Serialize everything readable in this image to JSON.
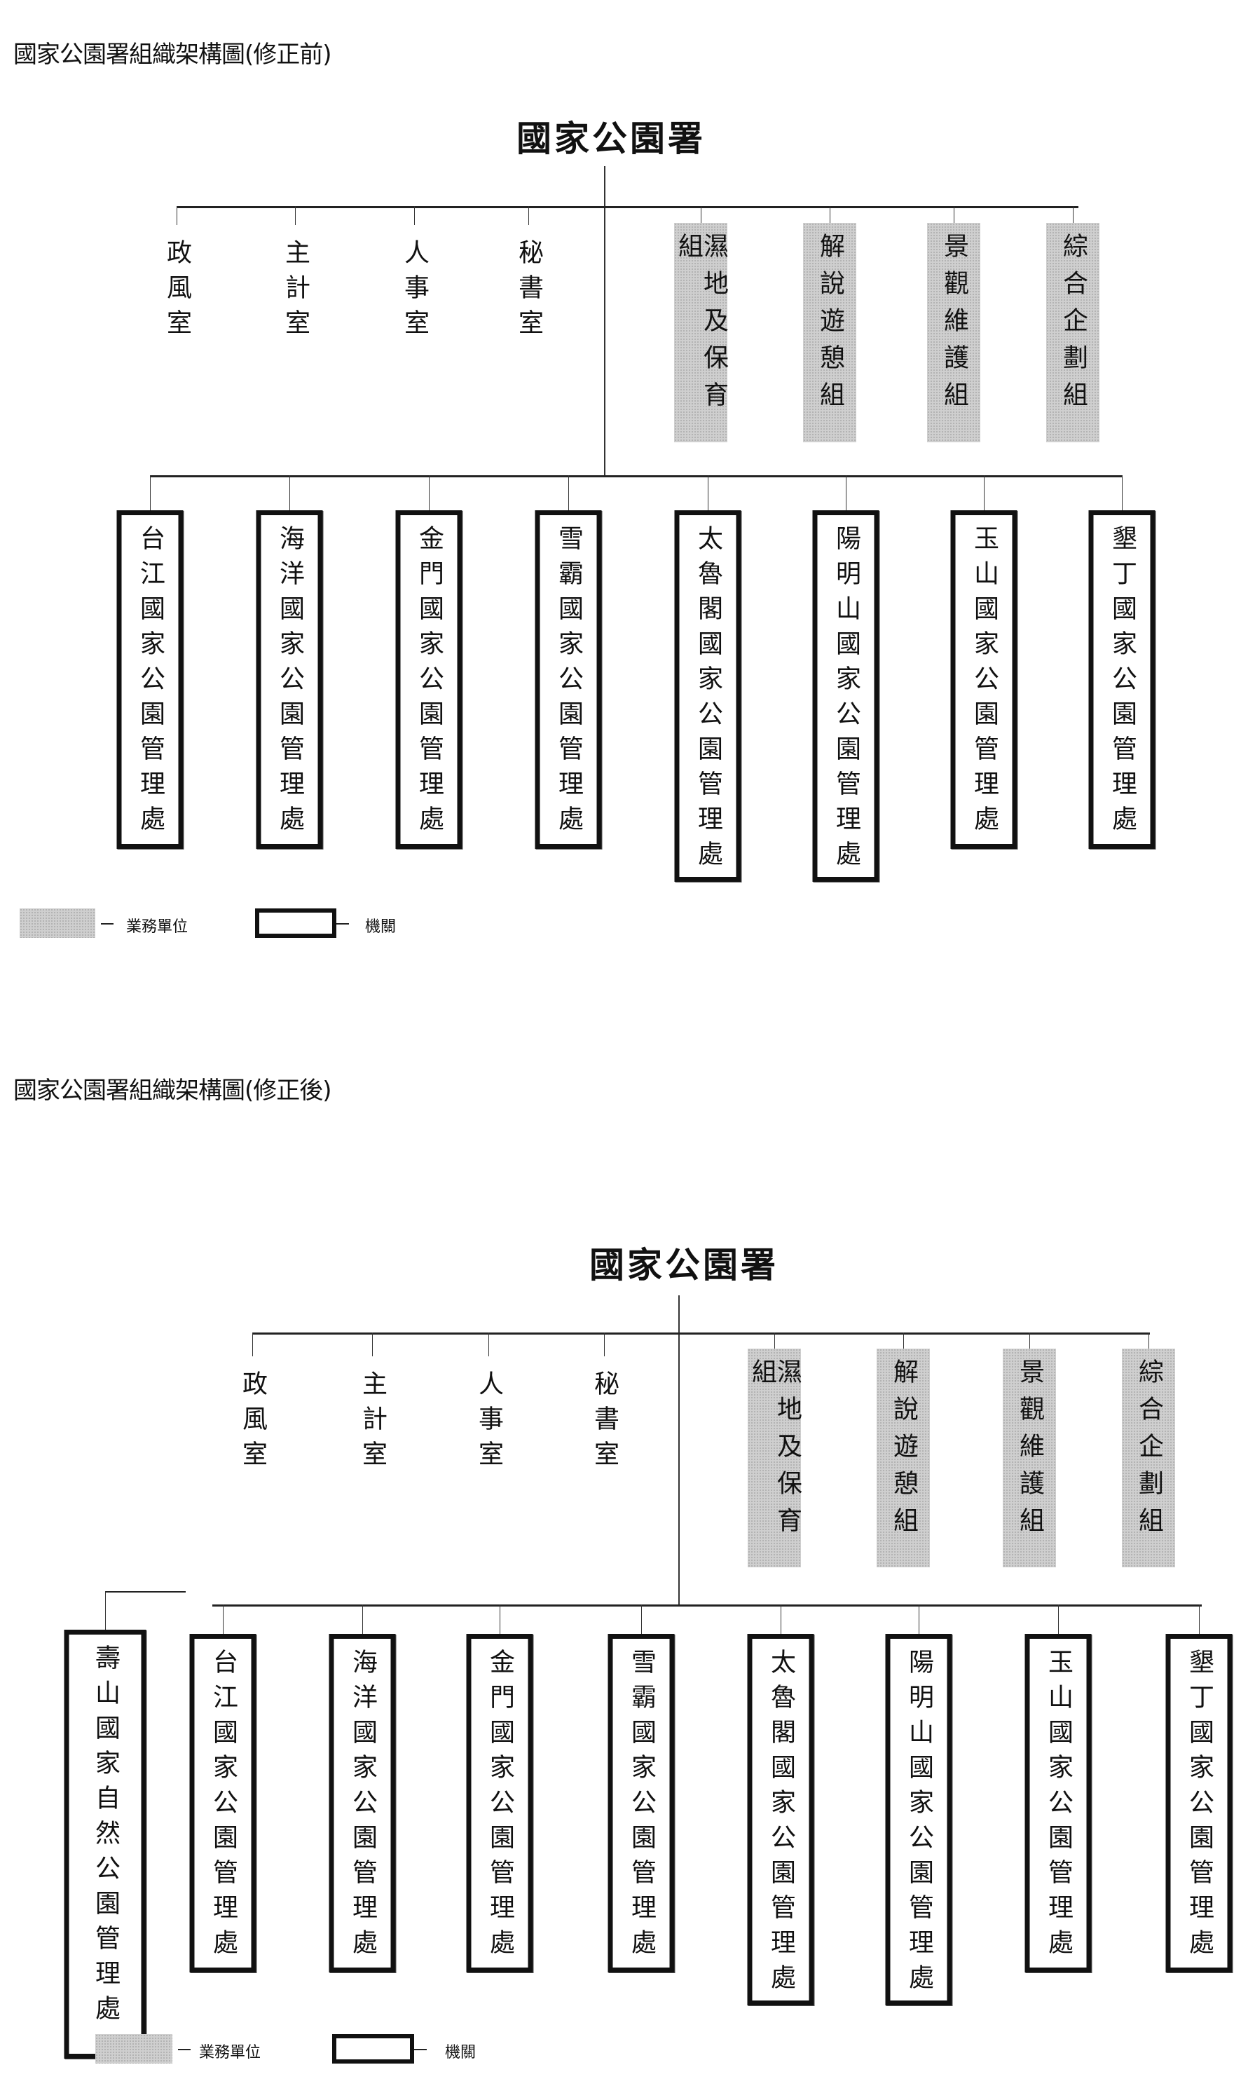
{
  "charts": [
    {
      "doc_title": "國家公園署組織架構圖(修正前)",
      "head": "國家公園署",
      "staff_units": [
        "政風室",
        "主計室",
        "人事室",
        "秘書室"
      ],
      "business_units": [
        "濕地及保育組",
        "解說遊憩組",
        "景觀維護組",
        "綜合企劃組"
      ],
      "agencies": [
        "台江國家公園管理處",
        "海洋國家公園管理處",
        "金門國家公園管理處",
        "雪霸國家公園管理處",
        "太魯閣國家公園管理處",
        "陽明山國家公園管理處",
        "玉山國家公園管理處",
        "墾丁國家公園管理處"
      ],
      "legend": {
        "business": "業務單位",
        "agency": "機關"
      }
    },
    {
      "doc_title": "國家公園署組織架構圖(修正後)",
      "head": "國家公園署",
      "staff_units": [
        "政風室",
        "主計室",
        "人事室",
        "秘書室"
      ],
      "business_units": [
        "濕地及保育組",
        "解說遊憩組",
        "景觀維護組",
        "綜合企劃組"
      ],
      "new_agency": "壽山國家自然公園管理處",
      "agencies": [
        "台江國家公園管理處",
        "海洋國家公園管理處",
        "金門國家公園管理處",
        "雪霸國家公園管理處",
        "太魯閣國家公園管理處",
        "陽明山國家公園管理處",
        "玉山國家公園管理處",
        "墾丁國家公園管理處"
      ],
      "legend": {
        "business": "業務單位",
        "agency": "機關"
      }
    }
  ]
}
